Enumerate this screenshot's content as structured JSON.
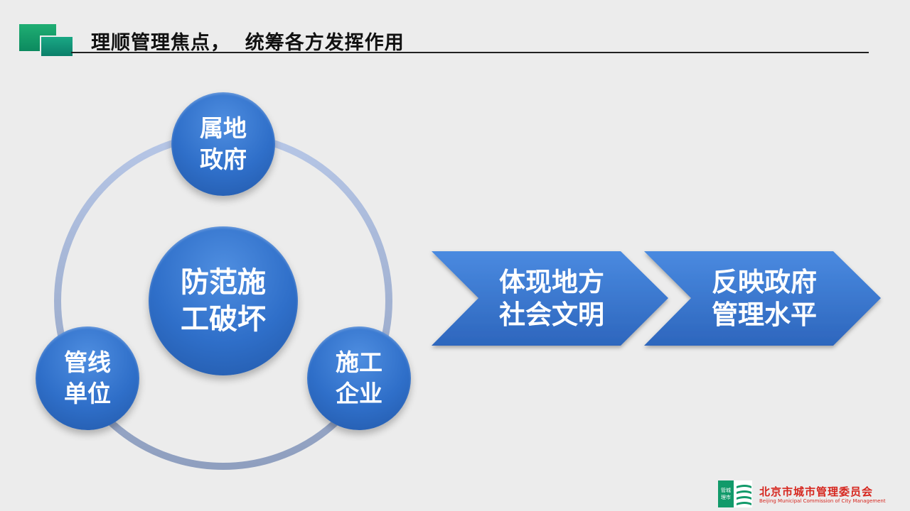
{
  "header": {
    "title": "理顺管理焦点，  统筹各方发挥作用"
  },
  "circles": {
    "center": [
      "防范施",
      "工破坏"
    ],
    "top": [
      "属地",
      "政府"
    ],
    "left": [
      "管线",
      "单位"
    ],
    "right": [
      "施工",
      "企业"
    ]
  },
  "chevrons": [
    [
      "体现地方",
      "社会文明"
    ],
    [
      "反映政府",
      "管理水平"
    ]
  ],
  "logo": {
    "icon_text": [
      "管城",
      "理市"
    ],
    "name_cn": "北京市城市管理委员会",
    "name_en": "Beijing Municipal Commission of City Management"
  },
  "colors": {
    "circle_blue": "#2f6fc9",
    "chevron_blue": "#3a78cf",
    "ring": "#a9b8d6",
    "accent_green": "#129a6a",
    "logo_red": "#d6261e"
  }
}
